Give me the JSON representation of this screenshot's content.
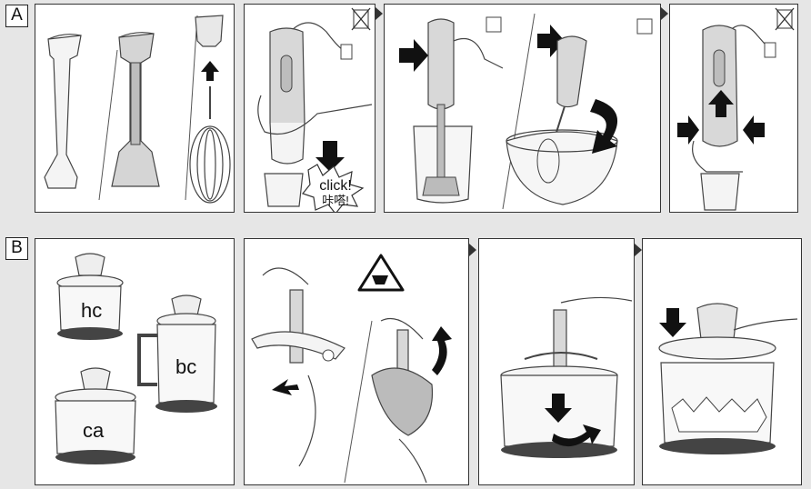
{
  "sections": {
    "a": {
      "label": "A"
    },
    "b": {
      "label": "B"
    }
  },
  "labels": {
    "hc": "hc",
    "bc": "bc",
    "ca": "ca",
    "click_en": "click!",
    "click_zh": "咔嗒!"
  },
  "colors": {
    "panel_border": "#333333",
    "background": "#e6e6e6",
    "arrow": "#111111",
    "device_body": "#d8d8d8"
  },
  "icons": {
    "no_dishwasher": "crossed-out-dishwasher-icon",
    "warning": "hand-blade-warning-icon"
  }
}
